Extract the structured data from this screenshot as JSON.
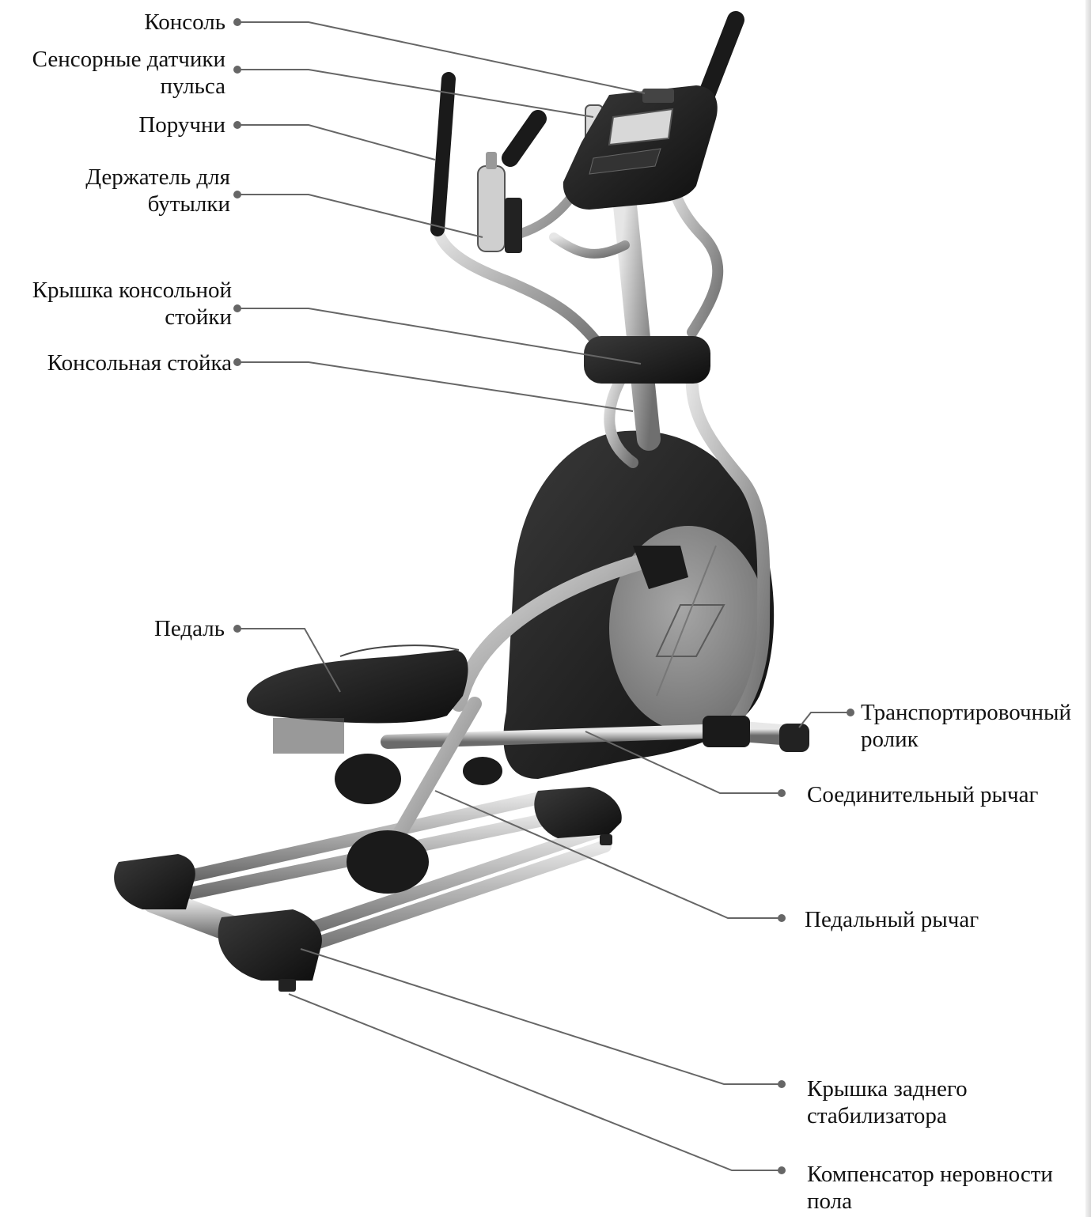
{
  "labels": {
    "console": "Консоль",
    "pulse_sensors_1": "Сенсорные датчики",
    "pulse_sensors_2": "пульса",
    "handrails": "Поручни",
    "bottle_holder_1": "Держатель для",
    "bottle_holder_2": "бутылки",
    "post_cover_1": "Крышка консольной",
    "post_cover_2": "стойки",
    "console_post": "Консольная стойка",
    "pedal": "Педаль",
    "transport_wheel_1": "Транспортировочный",
    "transport_wheel_2": "ролик",
    "connecting_arm": "Соединительный рычаг",
    "pedal_arm": "Педальный рычаг",
    "rear_stabilizer_cover_1": "Крышка заднего",
    "rear_stabilizer_cover_2": "стабилизатора",
    "floor_leveler_1": "Компенсатор неровности",
    "floor_leveler_2": "пола"
  },
  "colors": {
    "leader": "#666666",
    "frame_black": "#1c1c1c",
    "tube_silver": "#b4b4b4",
    "flywheel_cover": "#8e8e8e"
  }
}
